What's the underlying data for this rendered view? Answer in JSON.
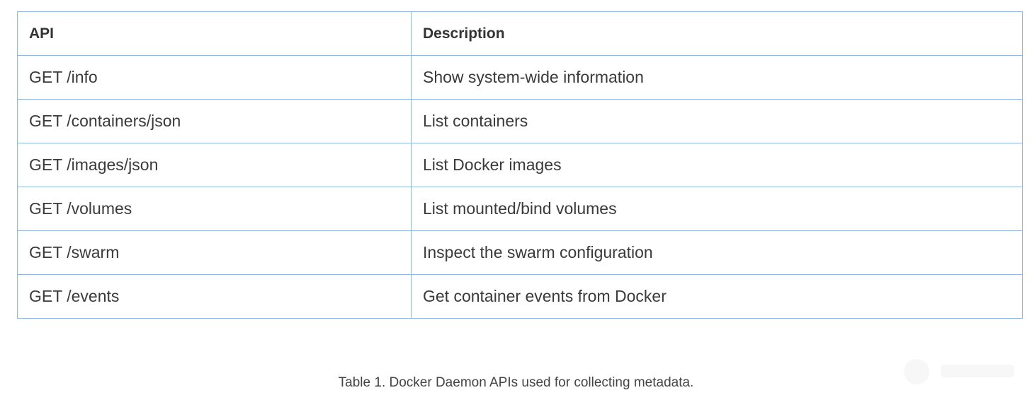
{
  "table": {
    "headers": [
      "API",
      "Description"
    ],
    "rows": [
      [
        "GET /info",
        "Show system-wide information"
      ],
      [
        "GET /containers/json",
        "List containers"
      ],
      [
        "GET /images/json",
        "List Docker images"
      ],
      [
        "GET /volumes",
        "List mounted/bind volumes"
      ],
      [
        "GET /swarm",
        "Inspect the swarm configuration"
      ],
      [
        "GET /events",
        "Get container events from Docker"
      ]
    ]
  },
  "caption": "Table 1. Docker Daemon APIs used for collecting metadata.",
  "colors": {
    "border": "#8fb8e3",
    "text": "#3a3a3a"
  }
}
